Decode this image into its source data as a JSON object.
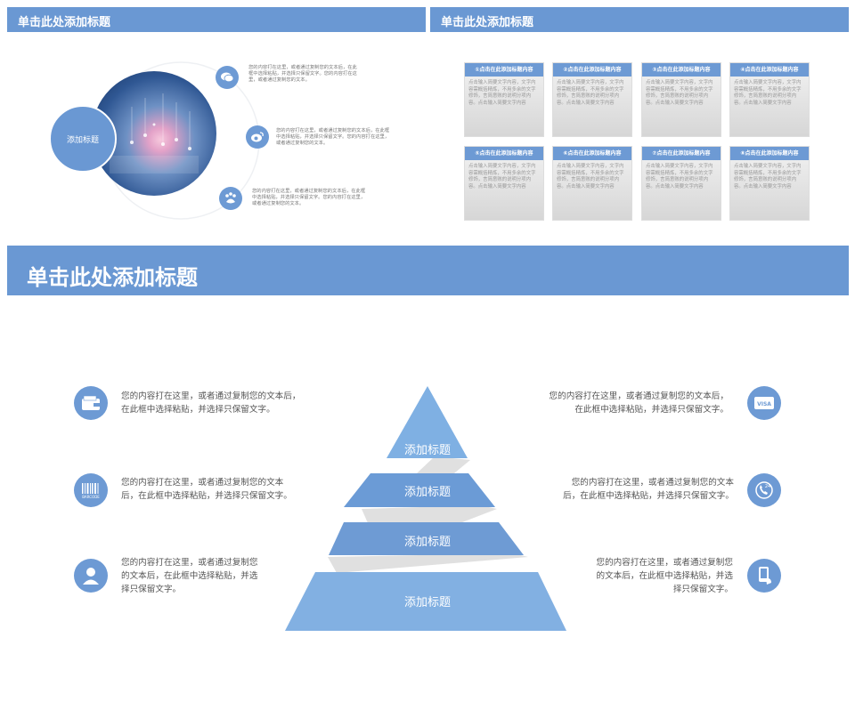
{
  "slide1": {
    "title": "单击此处添加标题",
    "circle_label": "添加标题",
    "items": [
      {
        "icon": "chat-icon",
        "text": "您的内容打在这里，或者通过复制您的文本后，在此框中选择粘贴，并选择只保留文字。您的内容打在这里，或者通过复制您的文本。"
      },
      {
        "icon": "weibo-icon",
        "text": "您的内容打在这里，或者通过复制您的文本后，在此框中选择粘贴，并选择只保留文字。您的内容打在这里，或者通过复制您的文本。"
      },
      {
        "icon": "baidu-paw-icon",
        "text": "您的内容打在这里，或者通过复制您的文本后，在此框中选择粘贴，并选择只保留文字。您的内容打在这里，或者通过复制您的文本。"
      }
    ]
  },
  "slide2": {
    "title": "单击此处添加标题",
    "cards": [
      {
        "title": "①点击在此添加标题内容",
        "body": "点击输入简要文字内容，文字内容需概括精炼，不用多余的文字修饰，言简意赅的说明分项内容。点击输入简要文字内容"
      },
      {
        "title": "②点击在此添加标题内容",
        "body": "点击输入简要文字内容，文字内容需概括精炼，不用多余的文字修饰，言简意赅的说明分项内容。点击输入简要文字内容"
      },
      {
        "title": "③点击在此添加标题内容",
        "body": "点击输入简要文字内容，文字内容需概括精炼，不用多余的文字修饰，言简意赅的说明分项内容。点击输入简要文字内容"
      },
      {
        "title": "④点击在此添加标题内容",
        "body": "点击输入简要文字内容，文字内容需概括精炼，不用多余的文字修饰，言简意赅的说明分项内容。点击输入简要文字内容"
      },
      {
        "title": "⑤点击在此添加标题内容",
        "body": "点击输入简要文字内容，文字内容需概括精炼，不用多余的文字修饰，言简意赅的说明分项内容。点击输入简要文字内容"
      },
      {
        "title": "⑥点击在此添加标题内容",
        "body": "点击输入简要文字内容，文字内容需概括精炼，不用多余的文字修饰，言简意赅的说明分项内容。点击输入简要文字内容"
      },
      {
        "title": "⑦点击在此添加标题内容",
        "body": "点击输入简要文字内容，文字内容需概括精炼，不用多余的文字修饰，言简意赅的说明分项内容。点击输入简要文字内容"
      },
      {
        "title": "⑧点击在此添加标题内容",
        "body": "点击输入简要文字内容，文字内容需概括精炼，不用多余的文字修饰，言简意赅的说明分项内容。点击输入简要文字内容"
      }
    ]
  },
  "slide3": {
    "title": "单击此处添加标题",
    "pyramid": [
      "添加标题",
      "添加标题",
      "添加标题",
      "添加标题"
    ],
    "left": [
      {
        "icon": "wallet-icon",
        "text": "您的内容打在这里，或者通过复制您的文本后，\n在此框中选择粘贴，并选择只保留文字。"
      },
      {
        "icon": "barcode-icon",
        "text": "您的内容打在这里，或者通过复制您的文本\n后，在此框中选择粘贴，并选择只保留文字。"
      },
      {
        "icon": "user-icon",
        "text": "您的内容打在这里，或者通过复制您\n的文本后，在此框中选择粘贴，并选\n择只保留文字。"
      }
    ],
    "right": [
      {
        "icon": "visa-card-icon",
        "text": "您的内容打在这里，或者通过复制您的文本后，\n在此框中选择粘贴，并选择只保留文字。"
      },
      {
        "icon": "phone-24-icon",
        "text": "您的内容打在这里，或者通过复制您的文本\n后，在此框中选择粘贴，并选择只保留文字。"
      },
      {
        "icon": "mobile-hand-icon",
        "text": "您的内容打在这里，或者通过复制您\n的文本后，在此框中选择粘贴，并选\n择只保留文字。"
      }
    ],
    "visa_text": "VISA",
    "badge_24": "24",
    "barcode_text": "BARCODE"
  },
  "colors": {
    "primary": "#6a98d3",
    "pyramid_mid": "#6b9bd6",
    "shadow": "#e0e0e0"
  }
}
